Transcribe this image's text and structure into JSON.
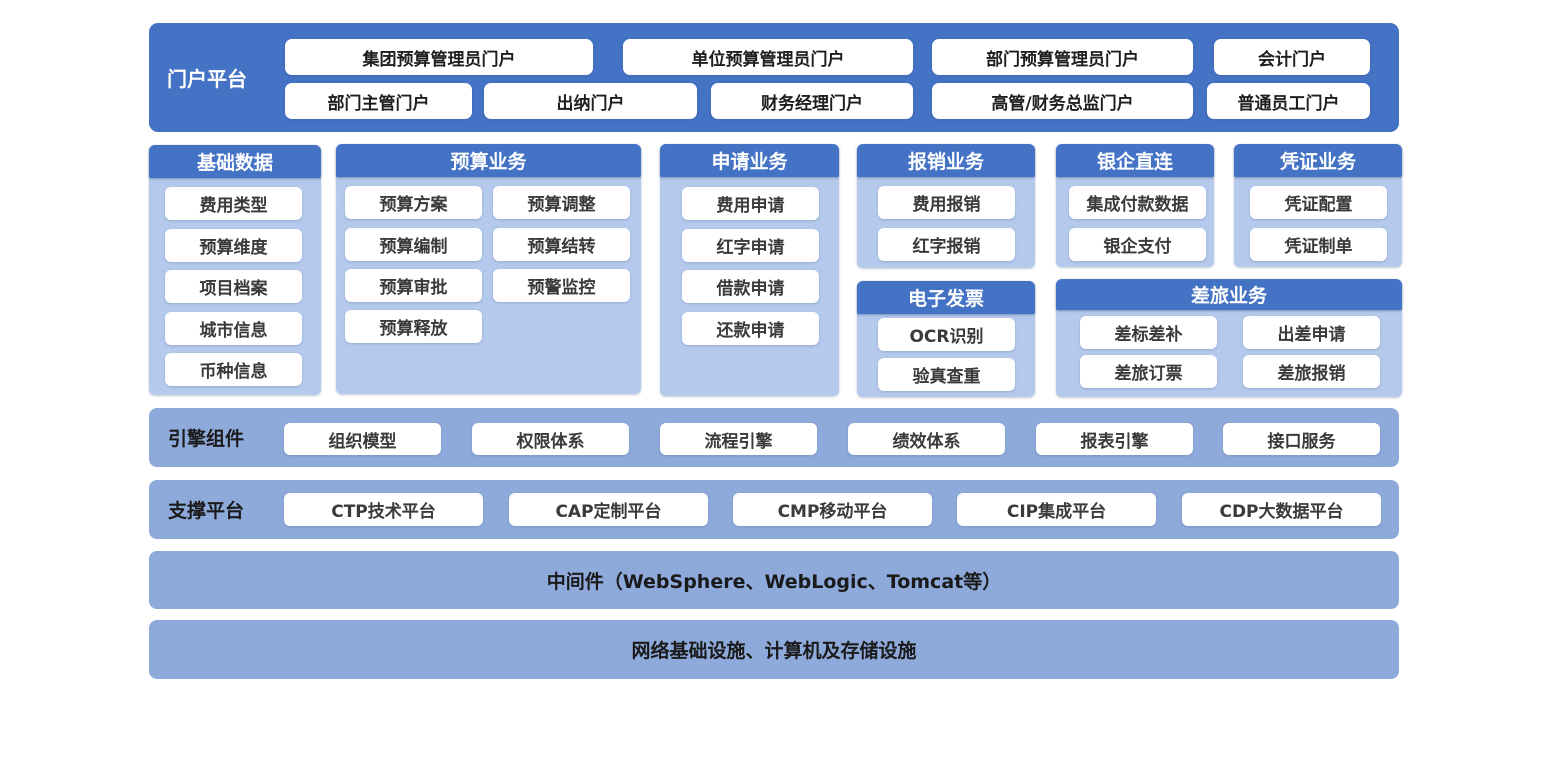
{
  "colors": {
    "portal_bg": "#4472c4",
    "module_header": "#4472c4",
    "module_body": "#b4c9ec",
    "band_bg": "#8eaadb",
    "button_bg": "#ffffff"
  },
  "portal": {
    "label": "门户平台",
    "row1": [
      "集团预算管理员门户",
      "单位预算管理员门户",
      "部门预算管理员门户",
      "会计门户"
    ],
    "row2": [
      "部门主管门户",
      "出纳门户",
      "财务经理门户",
      "高管/财务总监门户",
      "普通员工门户"
    ]
  },
  "modules": {
    "basic_data": {
      "title": "基础数据",
      "items": [
        "费用类型",
        "预算维度",
        "项目档案",
        "城市信息",
        "币种信息"
      ]
    },
    "budget": {
      "title": "预算业务",
      "items": [
        "预算方案",
        "预算调整",
        "预算编制",
        "预算结转",
        "预算审批",
        "预警监控",
        "预算释放"
      ]
    },
    "application": {
      "title": "申请业务",
      "items": [
        "费用申请",
        "红字申请",
        "借款申请",
        "还款申请"
      ]
    },
    "reimbursement": {
      "title": "报销业务",
      "items": [
        "费用报销",
        "红字报销"
      ]
    },
    "e_invoice": {
      "title": "电子发票",
      "items": [
        "OCR识别",
        "验真查重"
      ]
    },
    "bank_link": {
      "title": "银企直连",
      "items": [
        "集成付款数据",
        "银企支付"
      ]
    },
    "voucher": {
      "title": "凭证业务",
      "items": [
        "凭证配置",
        "凭证制单"
      ]
    },
    "travel": {
      "title": "差旅业务",
      "items": [
        "差标差补",
        "出差申请",
        "差旅订票",
        "差旅报销"
      ]
    }
  },
  "engine": {
    "label": "引擎组件",
    "items": [
      "组织模型",
      "权限体系",
      "流程引擎",
      "绩效体系",
      "报表引擎",
      "接口服务"
    ]
  },
  "support": {
    "label": "支撑平台",
    "items": [
      "CTP技术平台",
      "CAP定制平台",
      "CMP移动平台",
      "CIP集成平台",
      "CDP大数据平台"
    ]
  },
  "middleware": {
    "label": "中间件（WebSphere、WebLogic、Tomcat等）"
  },
  "infrastructure": {
    "label": "网络基础设施、计算机及存储设施"
  }
}
